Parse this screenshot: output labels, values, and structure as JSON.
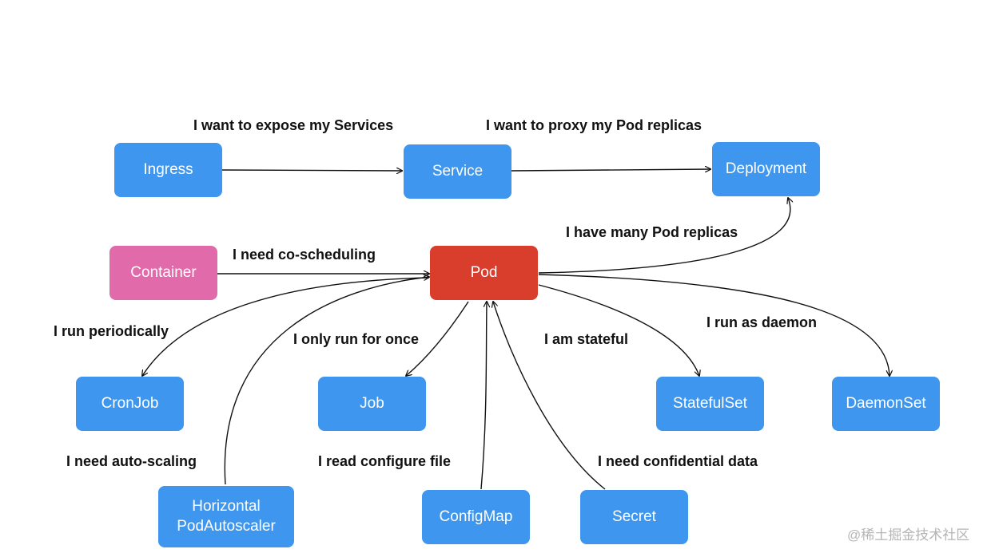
{
  "nodes": {
    "ingress": "Ingress",
    "service": "Service",
    "deployment": "Deployment",
    "container": "Container",
    "pod": "Pod",
    "cronjob": "CronJob",
    "job": "Job",
    "statefulset": "StatefulSet",
    "daemonset": "DaemonSet",
    "hpa": "Horizontal\nPodAutoscaler",
    "configmap": "ConfigMap",
    "secret": "Secret"
  },
  "edge_labels": {
    "expose_services": "I want to expose my Services",
    "proxy_replicas": "I want to proxy my Pod replicas",
    "many_replicas": "I have many Pod replicas",
    "co_scheduling": "I need co-scheduling",
    "run_periodically": "I run periodically",
    "run_once": "I only run for once",
    "stateful": "I am stateful",
    "daemon": "I run as daemon",
    "auto_scaling": "I need auto-scaling",
    "configure_file": "I read configure file",
    "confidential": "I need confidential data"
  },
  "watermark": "@稀土掘金技术社区",
  "colors": {
    "node_blue": "#3e96ee",
    "pod_red": "#d93d2b",
    "container_pink": "#e16aaa",
    "label_text": "#111111",
    "edge": "#111111"
  }
}
